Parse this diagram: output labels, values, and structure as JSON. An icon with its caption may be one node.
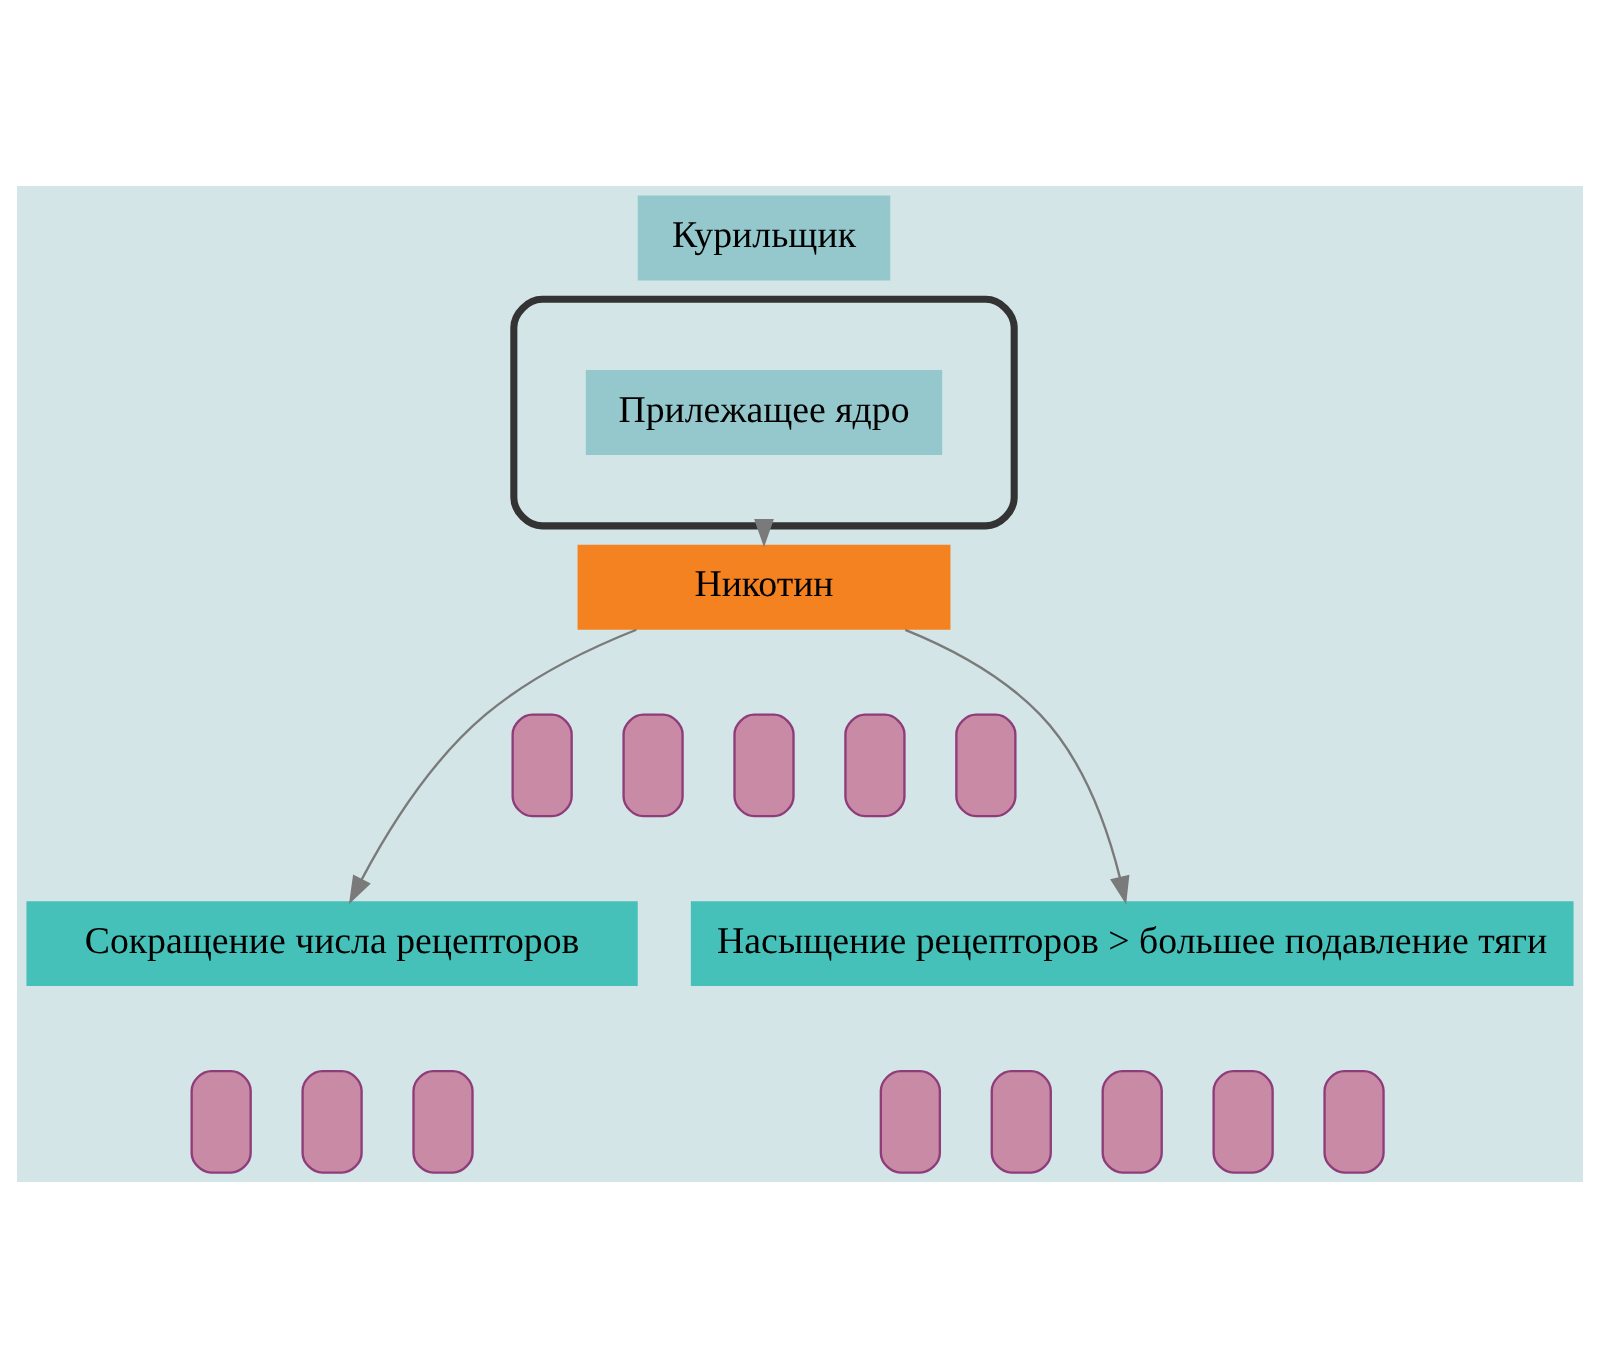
{
  "diagram": {
    "nodes": [
      {
        "text": [
          "Курильщик"
        ]
      },
      {
        "text": [],
        "shape": "brain"
      },
      {
        "text": [
          "Прилежащее ядро"
        ],
        "in": 1
      },
      {
        "text": [
          "Никотин"
        ]
      },
      {
        "text": [],
        "shape": "bar"
      },
      {
        "text": [],
        "shape": "bar"
      },
      {
        "text": [],
        "shape": "bar"
      },
      {
        "text": [],
        "shape": "bar"
      },
      {
        "text": [],
        "shape": "bar"
      },
      {
        "text": [
          "Сокращение числа рецепторов"
        ]
      },
      {
        "text": [
          "Насыщение рецепторов > большее подавление тяги"
        ]
      },
      {
        "text": [],
        "shape": "bar"
      },
      {
        "text": [],
        "shape": "bar"
      },
      {
        "text": [],
        "shape": "bar"
      },
      {
        "text": [],
        "shape": "bar"
      },
      {
        "text": [],
        "shape": "bar"
      },
      {
        "text": [],
        "shape": "bar"
      },
      {
        "text": [],
        "shape": "bar"
      },
      {
        "text": [],
        "shape": "bar"
      }
    ],
    "edges": [
      {
        "from": 1,
        "to": 3,
        "arrow": "to"
      },
      {
        "from": 3,
        "to": 9,
        "arrow": "to"
      },
      {
        "from": 3,
        "to": 10,
        "arrow": "to"
      }
    ]
  }
}
